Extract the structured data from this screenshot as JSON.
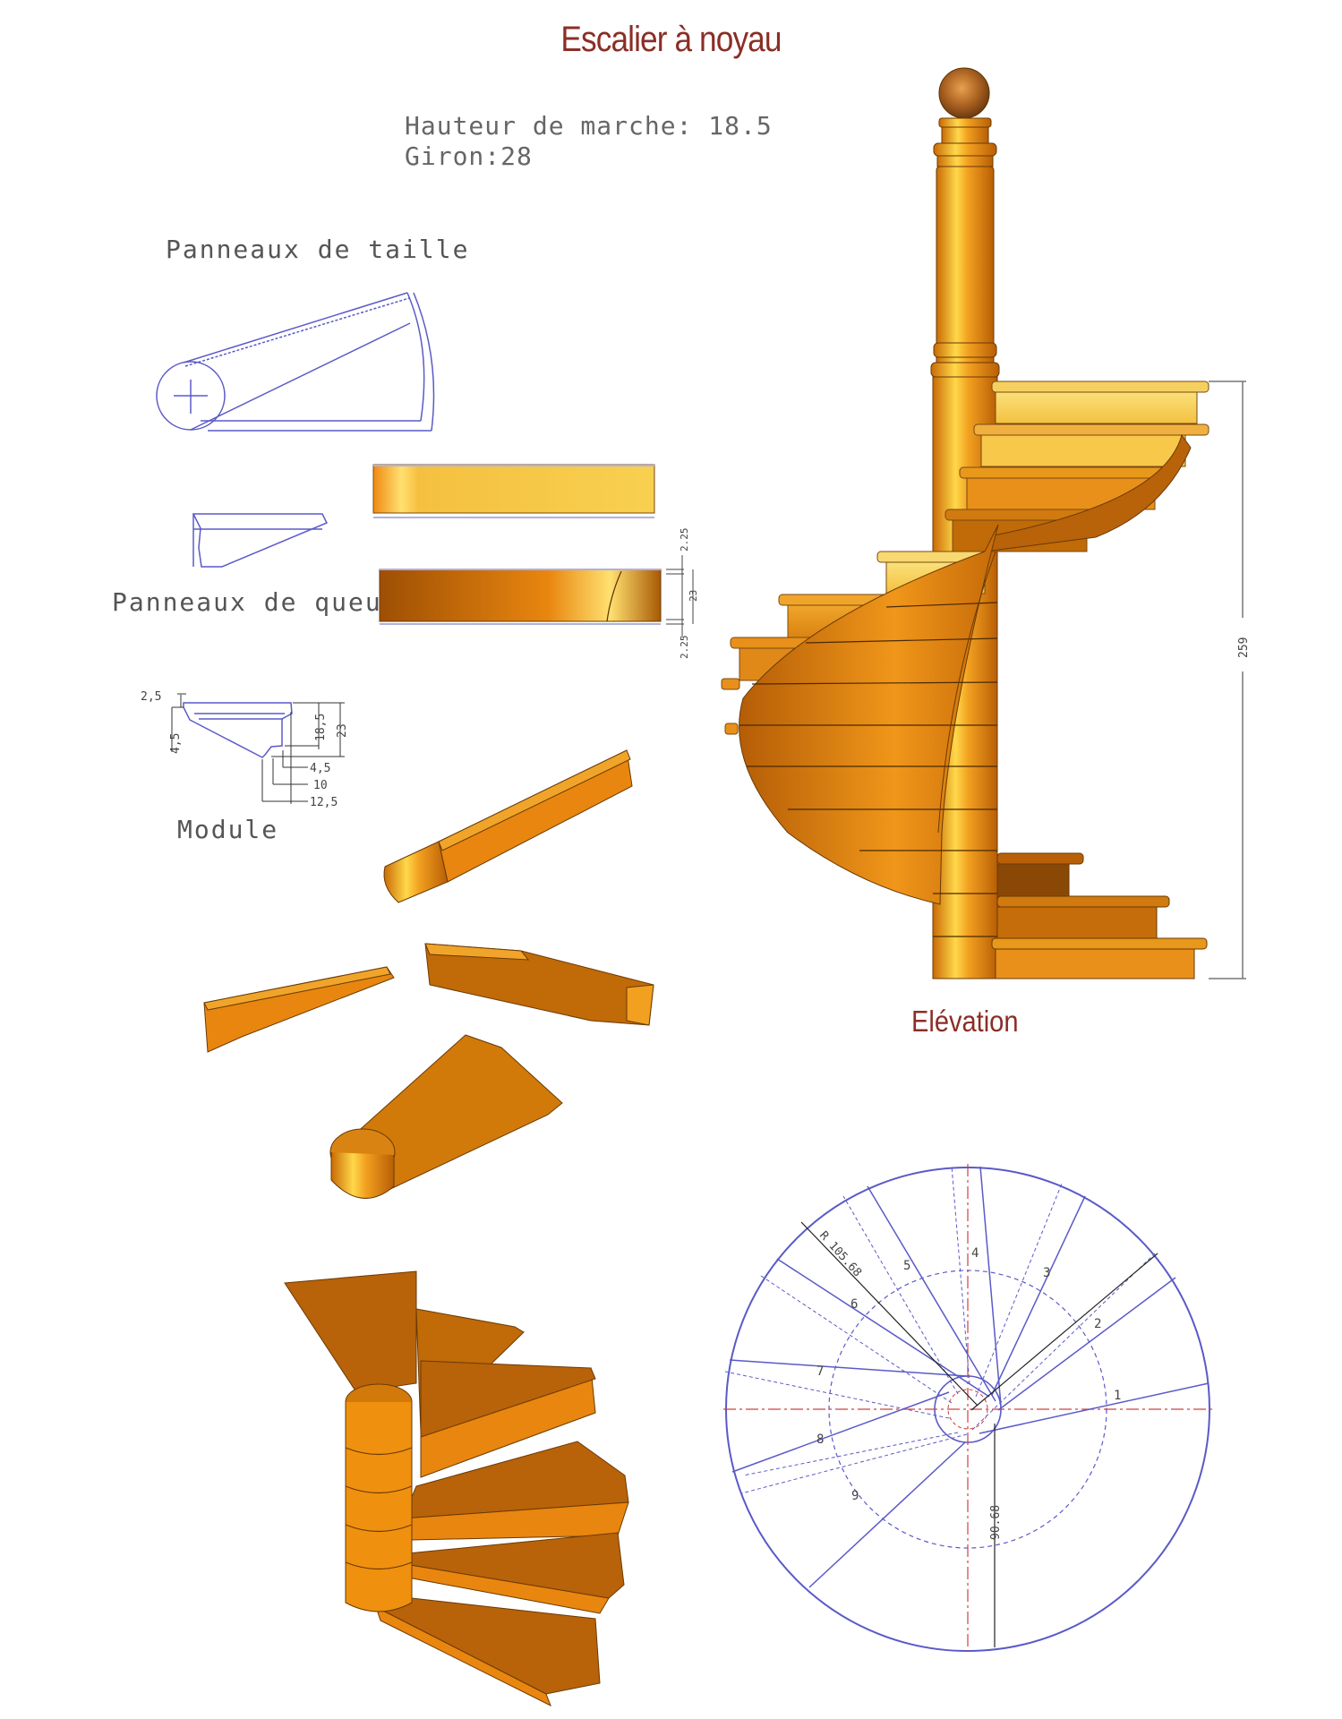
{
  "header": {
    "title": "Escalier à noyau",
    "specs": {
      "step_height": "Hauteur de marche: 18.5",
      "tread": "Giron:28"
    }
  },
  "sections": {
    "panneaux_taille": "Panneaux de taille",
    "panneaux_queue": "Panneaux de queue",
    "module": "Module",
    "elevation": "Elévation"
  },
  "dimensions": {
    "queue_top": "2.25",
    "queue_mid": "23",
    "queue_bottom": "2.25",
    "module_top_offset": "2,5",
    "module_left_height": "4,5",
    "module_riser": "18,5",
    "module_total": "23",
    "module_w1": "4,5",
    "module_w2": "10",
    "module_w3": "12,5",
    "elevation_height": "259",
    "plan_radius": "R 105.68",
    "plan_vertical": "90.68"
  },
  "plan_step_numbers": [
    "1",
    "2",
    "3",
    "4",
    "5",
    "6",
    "7",
    "8",
    "9"
  ],
  "colors": {
    "title": "#8b2e26",
    "cad_line": "#5a5ac8",
    "wood_light": "#f7c84a",
    "wood_mid": "#e58a10",
    "wood_dark": "#b15c05",
    "axis_red": "#d04040"
  }
}
